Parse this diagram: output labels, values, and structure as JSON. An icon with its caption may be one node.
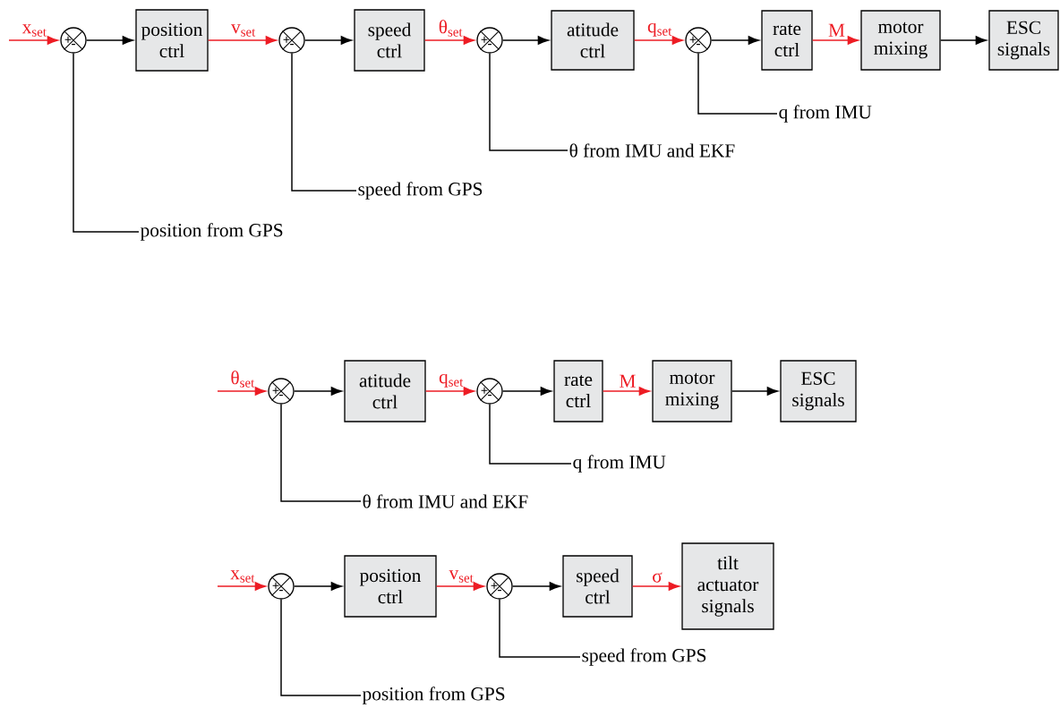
{
  "diagram": {
    "nodes": [
      {
        "text": [
          "+",
          "-"
        ]
      },
      {
        "text": [
          "position ctrl"
        ]
      },
      {
        "text": [
          "+",
          "-"
        ]
      },
      {
        "text": [
          "speed ctrl"
        ]
      },
      {
        "text": [
          "+",
          "-"
        ]
      },
      {
        "text": [
          "atitude ctrl"
        ]
      },
      {
        "text": [
          "+",
          "-"
        ]
      },
      {
        "text": [
          "rate ctrl"
        ]
      },
      {
        "text": [
          "motor mixing"
        ]
      },
      {
        "text": [
          "ESC signals"
        ]
      },
      {
        "text": [
          "q from IMU"
        ]
      },
      {
        "text": [
          "θ from IMU and EKF"
        ]
      },
      {
        "text": [
          "speed from GPS"
        ]
      },
      {
        "text": [
          "position from GPS"
        ]
      },
      {
        "text": [
          "+",
          "-"
        ]
      },
      {
        "text": [
          "atitude ctrl"
        ]
      },
      {
        "text": [
          "+",
          "-"
        ]
      },
      {
        "text": [
          "rate ctrl"
        ]
      },
      {
        "text": [
          "motor mixing"
        ]
      },
      {
        "text": [
          "ESC signals"
        ]
      },
      {
        "text": [
          "q from IMU"
        ]
      },
      {
        "text": [
          "θ from IMU and EKF"
        ]
      },
      {
        "text": [
          "+",
          "-"
        ]
      },
      {
        "text": [
          "position ctrl"
        ]
      },
      {
        "text": [
          "+",
          "-"
        ]
      },
      {
        "text": [
          "speed ctrl"
        ]
      },
      {
        "text": [
          "tilt actuator signals"
        ]
      },
      {
        "text": [
          "speed from GPS"
        ]
      },
      {
        "text": [
          "position from GPS"
        ]
      }
    ],
    "edges": [
      {
        "from": null,
        "to": 0,
        "arrow": "to",
        "label": "x$_{set}$",
        "color": "#ed1c24"
      },
      {
        "from": 0,
        "to": 1,
        "arrow": "to"
      },
      {
        "from": 1,
        "to": 2,
        "arrow": "to",
        "label": "v$_{set}$",
        "color": "#ed1c24"
      },
      {
        "from": 2,
        "to": 3,
        "arrow": "to"
      },
      {
        "from": 3,
        "to": 4,
        "arrow": "to",
        "label": "θ$_{set}$",
        "color": "#ed1c24"
      },
      {
        "from": 4,
        "to": 5,
        "arrow": "to"
      },
      {
        "from": 5,
        "to": 6,
        "arrow": "to",
        "label": "q$_{set}$",
        "color": "#ed1c24"
      },
      {
        "from": 6,
        "to": 7,
        "arrow": "to"
      },
      {
        "from": 7,
        "to": 8,
        "arrow": "to",
        "label": "M",
        "color": "#ed1c24"
      },
      {
        "from": 8,
        "to": 9,
        "arrow": "to"
      },
      {
        "from": 10,
        "to": 6,
        "arrow": "none"
      },
      {
        "from": 11,
        "to": 4,
        "arrow": "none"
      },
      {
        "from": 12,
        "to": 2,
        "arrow": "none"
      },
      {
        "from": 13,
        "to": 0,
        "arrow": "none"
      },
      {
        "from": null,
        "to": 14,
        "arrow": "to",
        "label": "θ$_{set}$",
        "color": "#ed1c24"
      },
      {
        "from": 14,
        "to": 15,
        "arrow": "to"
      },
      {
        "from": 15,
        "to": 16,
        "arrow": "to",
        "label": "q$_{set}$",
        "color": "#ed1c24"
      },
      {
        "from": 16,
        "to": 17,
        "arrow": "to"
      },
      {
        "from": 17,
        "to": 18,
        "arrow": "to",
        "label": "M",
        "color": "#ed1c24"
      },
      {
        "from": 18,
        "to": 19,
        "arrow": "to"
      },
      {
        "from": 20,
        "to": 16,
        "arrow": "none"
      },
      {
        "from": 21,
        "to": 14,
        "arrow": "none"
      },
      {
        "from": null,
        "to": 22,
        "arrow": "to",
        "label": "x$_{set}$",
        "color": "#ed1c24"
      },
      {
        "from": 22,
        "to": 23,
        "arrow": "to"
      },
      {
        "from": 23,
        "to": 24,
        "arrow": "to",
        "label": "v$_{set}$",
        "color": "#ed1c24"
      },
      {
        "from": 24,
        "to": 25,
        "arrow": "to"
      },
      {
        "from": 25,
        "to": 26,
        "arrow": "to",
        "label": "σ",
        "color": "#ed1c24"
      },
      {
        "from": 27,
        "to": 24,
        "arrow": "none"
      },
      {
        "from": 28,
        "to": 22,
        "arrow": "none"
      }
    ]
  }
}
